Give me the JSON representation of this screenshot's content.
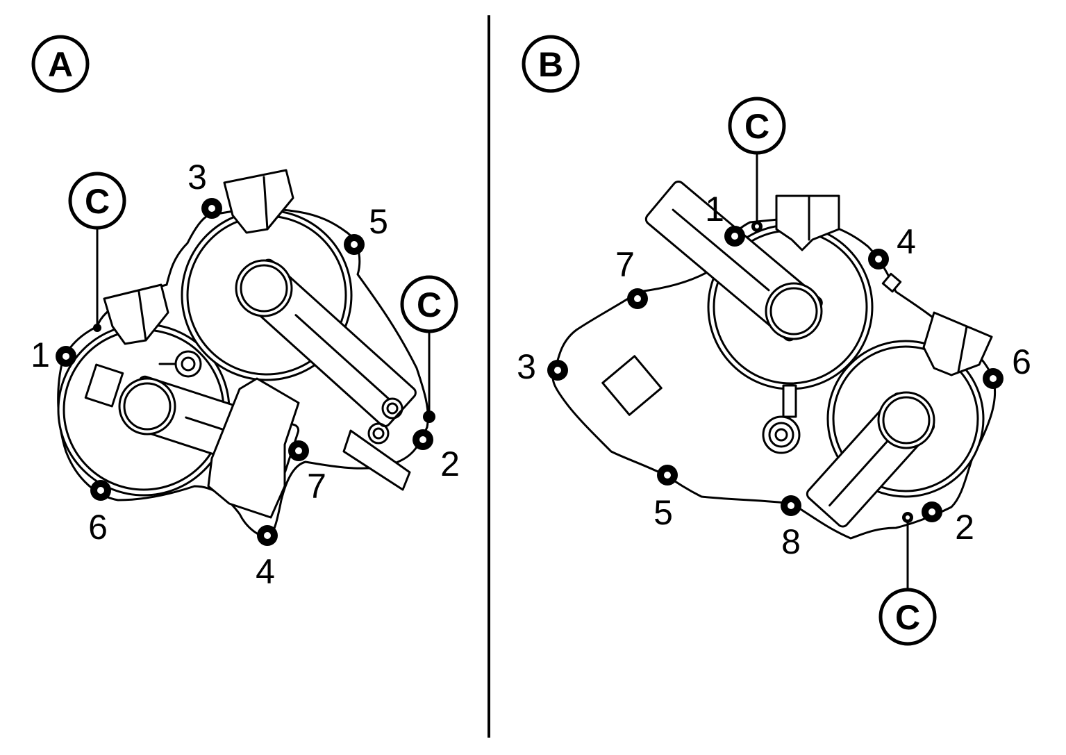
{
  "panels": {
    "a": {
      "tag": "A",
      "callouts": [
        "C",
        "C"
      ],
      "bolts": [
        "1",
        "2",
        "3",
        "4",
        "5",
        "6",
        "7"
      ]
    },
    "b": {
      "tag": "B",
      "callouts": [
        "C",
        "C"
      ],
      "bolts": [
        "1",
        "2",
        "3",
        "4",
        "5",
        "6",
        "7",
        "8"
      ]
    }
  },
  "colors": {
    "ink": "#000000",
    "paper": "#ffffff"
  }
}
